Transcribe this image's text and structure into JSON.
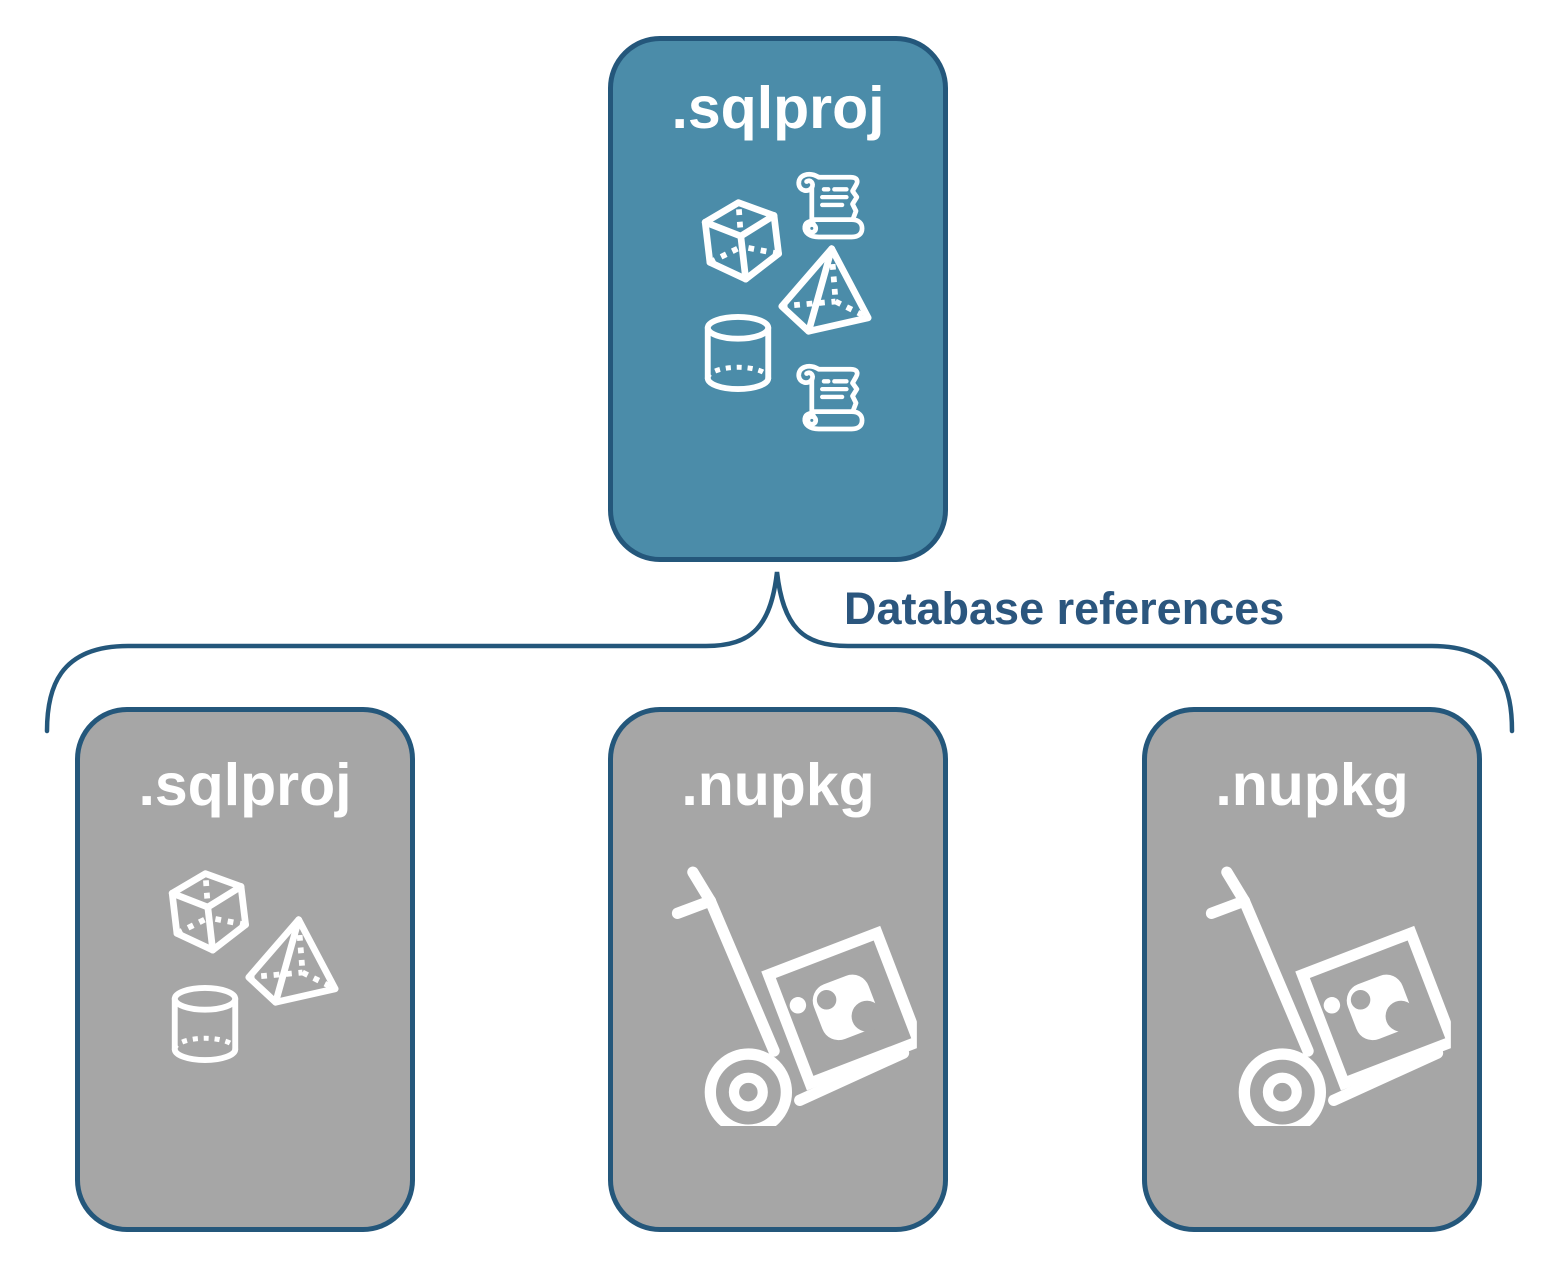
{
  "diagram": {
    "parent": {
      "label": ".sqlproj",
      "type": "sql-project",
      "icons": [
        "scroll-icon",
        "cube-icon",
        "pyramid-icon",
        "cylinder-icon",
        "scroll-icon"
      ]
    },
    "connector_label": "Database references",
    "children": [
      {
        "label": ".sqlproj",
        "type": "sql-project",
        "icons": [
          "cube-icon",
          "pyramid-icon",
          "cylinder-icon"
        ]
      },
      {
        "label": ".nupkg",
        "type": "nuget-package",
        "icons": [
          "package-hand-truck-icon"
        ]
      },
      {
        "label": ".nupkg",
        "type": "nuget-package",
        "icons": [
          "package-hand-truck-icon"
        ]
      }
    ],
    "colors": {
      "parent_fill": "#4B8CA9",
      "child_fill": "#A6A6A6",
      "border": "#24577B",
      "label_text": "#FFFFFF",
      "connector_text": "#2B567E",
      "icon": "#FFFFFF"
    }
  }
}
